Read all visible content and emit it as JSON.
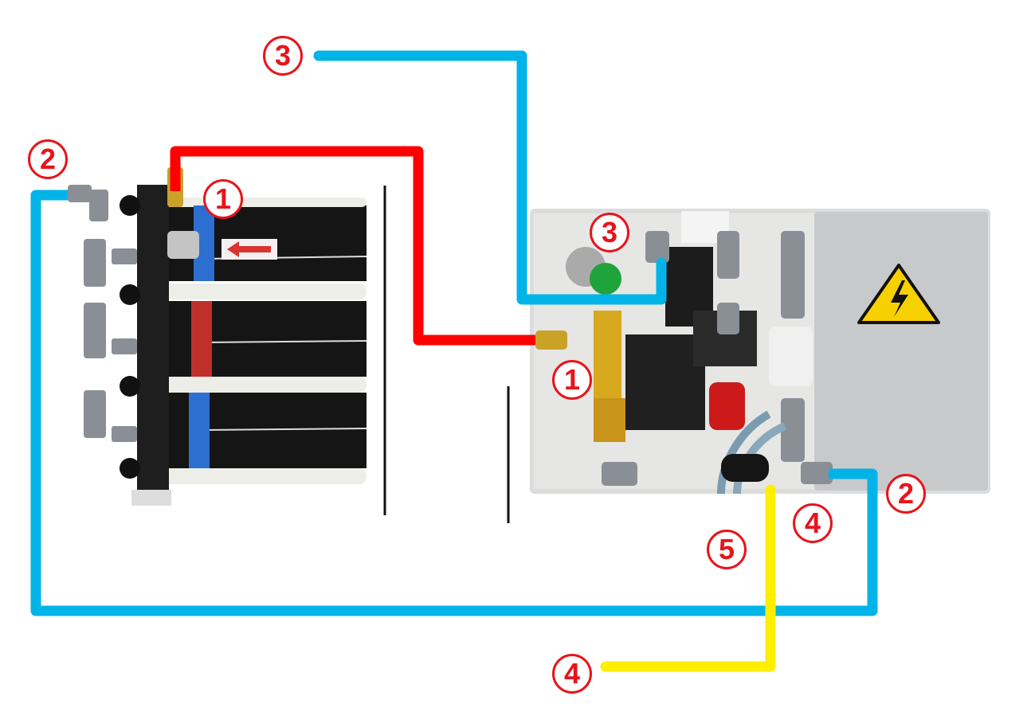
{
  "labels": [
    "3",
    "2",
    "1",
    "3",
    "1",
    "2",
    "4",
    "5",
    "4"
  ],
  "colors": {
    "water_line": "#00b4e8",
    "hot_line": "#ff0000",
    "signal_line": "#ffee00",
    "label": "#e8141b"
  },
  "icons": [
    "high-voltage-warning-icon"
  ]
}
